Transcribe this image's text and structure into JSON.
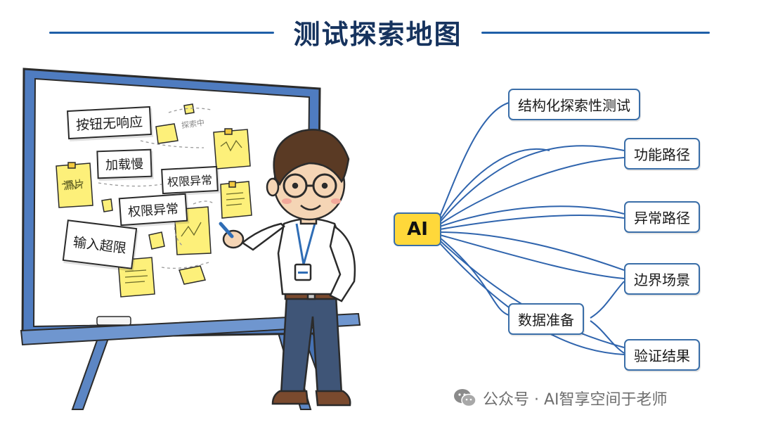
{
  "title": "测试探索地图",
  "whiteboard": {
    "notes": [
      "按钮无响应",
      "加载慢",
      "权限异常",
      "权限异常",
      "输入超限"
    ],
    "sticky_scribble": "漏片",
    "scribble_text": "探索中"
  },
  "mindmap": {
    "root": "AI",
    "branches": [
      "结构化探索性测试",
      "功能路径",
      "异常路径",
      "边界场景",
      "数据准备",
      "验证结果"
    ]
  },
  "watermark": "公众号 · AI智享空间于老师",
  "colors": {
    "title": "#16335e",
    "line": "#1f5fa8",
    "root_fill": "#ffd83a",
    "node_border": "#3a6ea8",
    "sticky": "#fdf07a"
  },
  "icons": [
    "wechat-icon"
  ]
}
